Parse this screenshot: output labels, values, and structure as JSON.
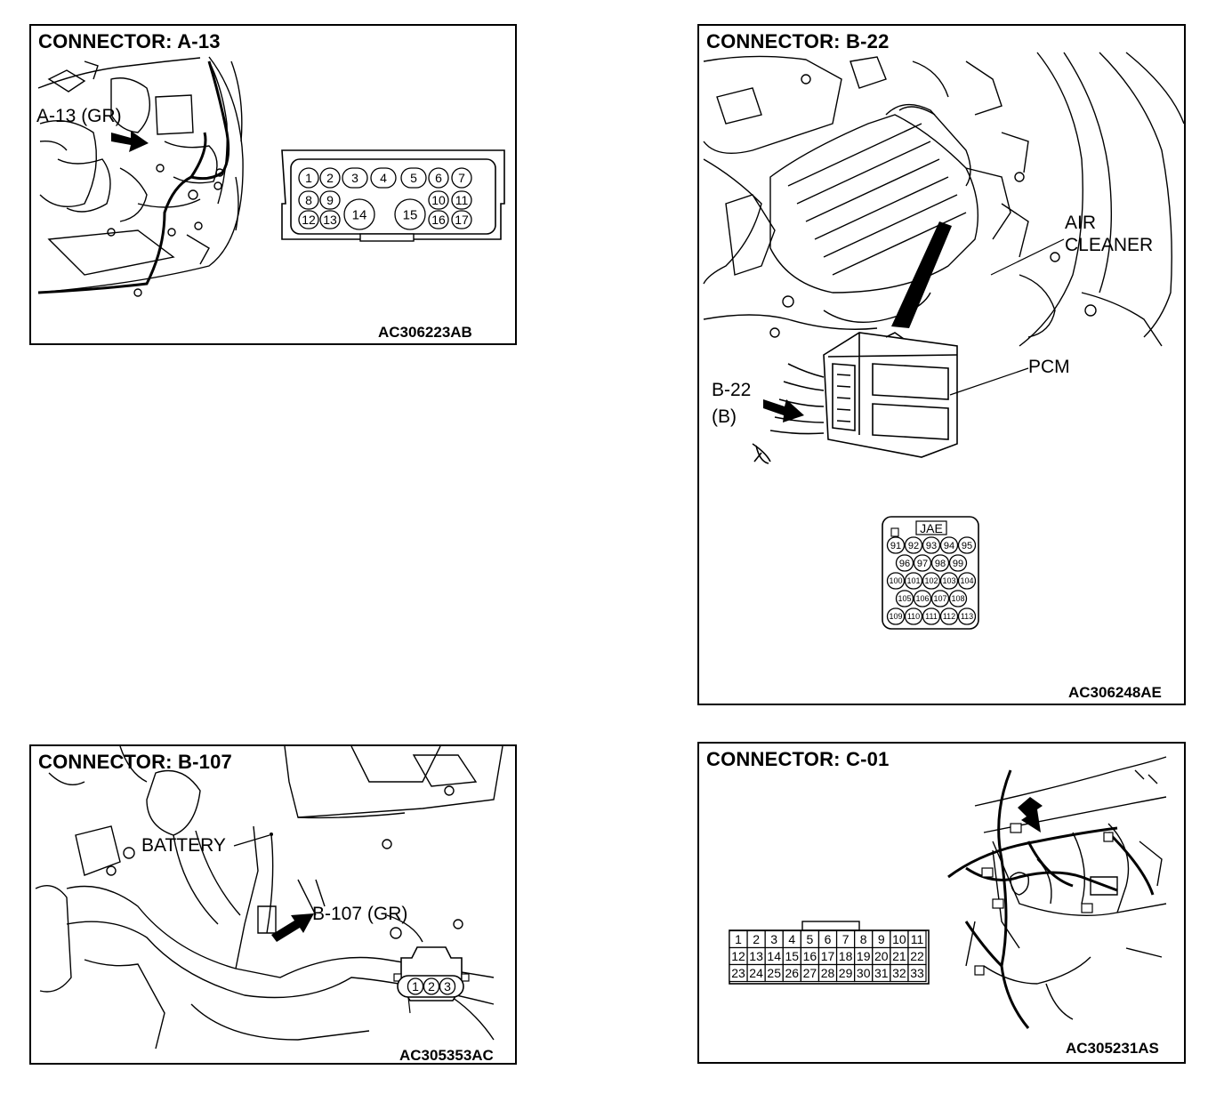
{
  "panels": {
    "a13": {
      "title": "CONNECTOR: A-13",
      "callout": "A-13 (GR)",
      "ref_code": "AC306223AB",
      "pins": [
        "1",
        "2",
        "3",
        "4",
        "5",
        "6",
        "7",
        "8",
        "9",
        "10",
        "11",
        "12",
        "13",
        "14",
        "15",
        "16",
        "17"
      ]
    },
    "b22": {
      "title": "CONNECTOR: B-22",
      "label_air_cleaner": [
        "AIR",
        "CLEANER"
      ],
      "label_pcm": "PCM",
      "callout": [
        "B-22",
        "(B)"
      ],
      "maker": "JAE",
      "ref_code": "AC306248AE",
      "pins": [
        "91",
        "92",
        "93",
        "94",
        "95",
        "96",
        "97",
        "98",
        "99",
        "100",
        "101",
        "102",
        "103",
        "104",
        "105",
        "106",
        "107",
        "108",
        "109",
        "110",
        "111",
        "112",
        "113"
      ]
    },
    "b107": {
      "title": "CONNECTOR: B-107",
      "label_battery": "BATTERY",
      "callout": "B-107 (GR)",
      "ref_code": "AC305353AC",
      "pins": [
        "1",
        "2",
        "3"
      ]
    },
    "c01": {
      "title": "CONNECTOR: C-01",
      "ref_code": "AC305231AS",
      "pins": [
        "1",
        "2",
        "3",
        "4",
        "5",
        "6",
        "7",
        "8",
        "9",
        "10",
        "11",
        "12",
        "13",
        "14",
        "15",
        "16",
        "17",
        "18",
        "19",
        "20",
        "21",
        "22",
        "23",
        "24",
        "25",
        "26",
        "27",
        "28",
        "29",
        "30",
        "31",
        "32",
        "33"
      ]
    }
  }
}
